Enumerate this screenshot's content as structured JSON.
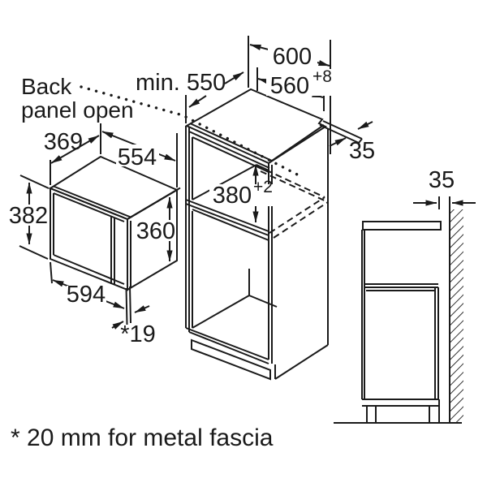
{
  "diagram": {
    "annotations": {
      "back_panel_line1": "Back",
      "back_panel_line2": "panel open",
      "footnote": "* 20 mm for metal fascia"
    },
    "cabinet": {
      "overall_width": "600",
      "niche_width": "560",
      "niche_width_tolerance": "+8",
      "min_depth": "min. 550",
      "rear_gap": "35",
      "niche_height": "380",
      "niche_height_tolerance": "+2"
    },
    "microwave": {
      "depth": "369",
      "top_width": "554",
      "overall_height": "382",
      "front_height": "360",
      "front_width": "594",
      "door_protrusion": "*19"
    },
    "side_view": {
      "wall_gap": "35"
    },
    "colors": {
      "line": "#1a1a1a",
      "background": "#ffffff"
    }
  }
}
